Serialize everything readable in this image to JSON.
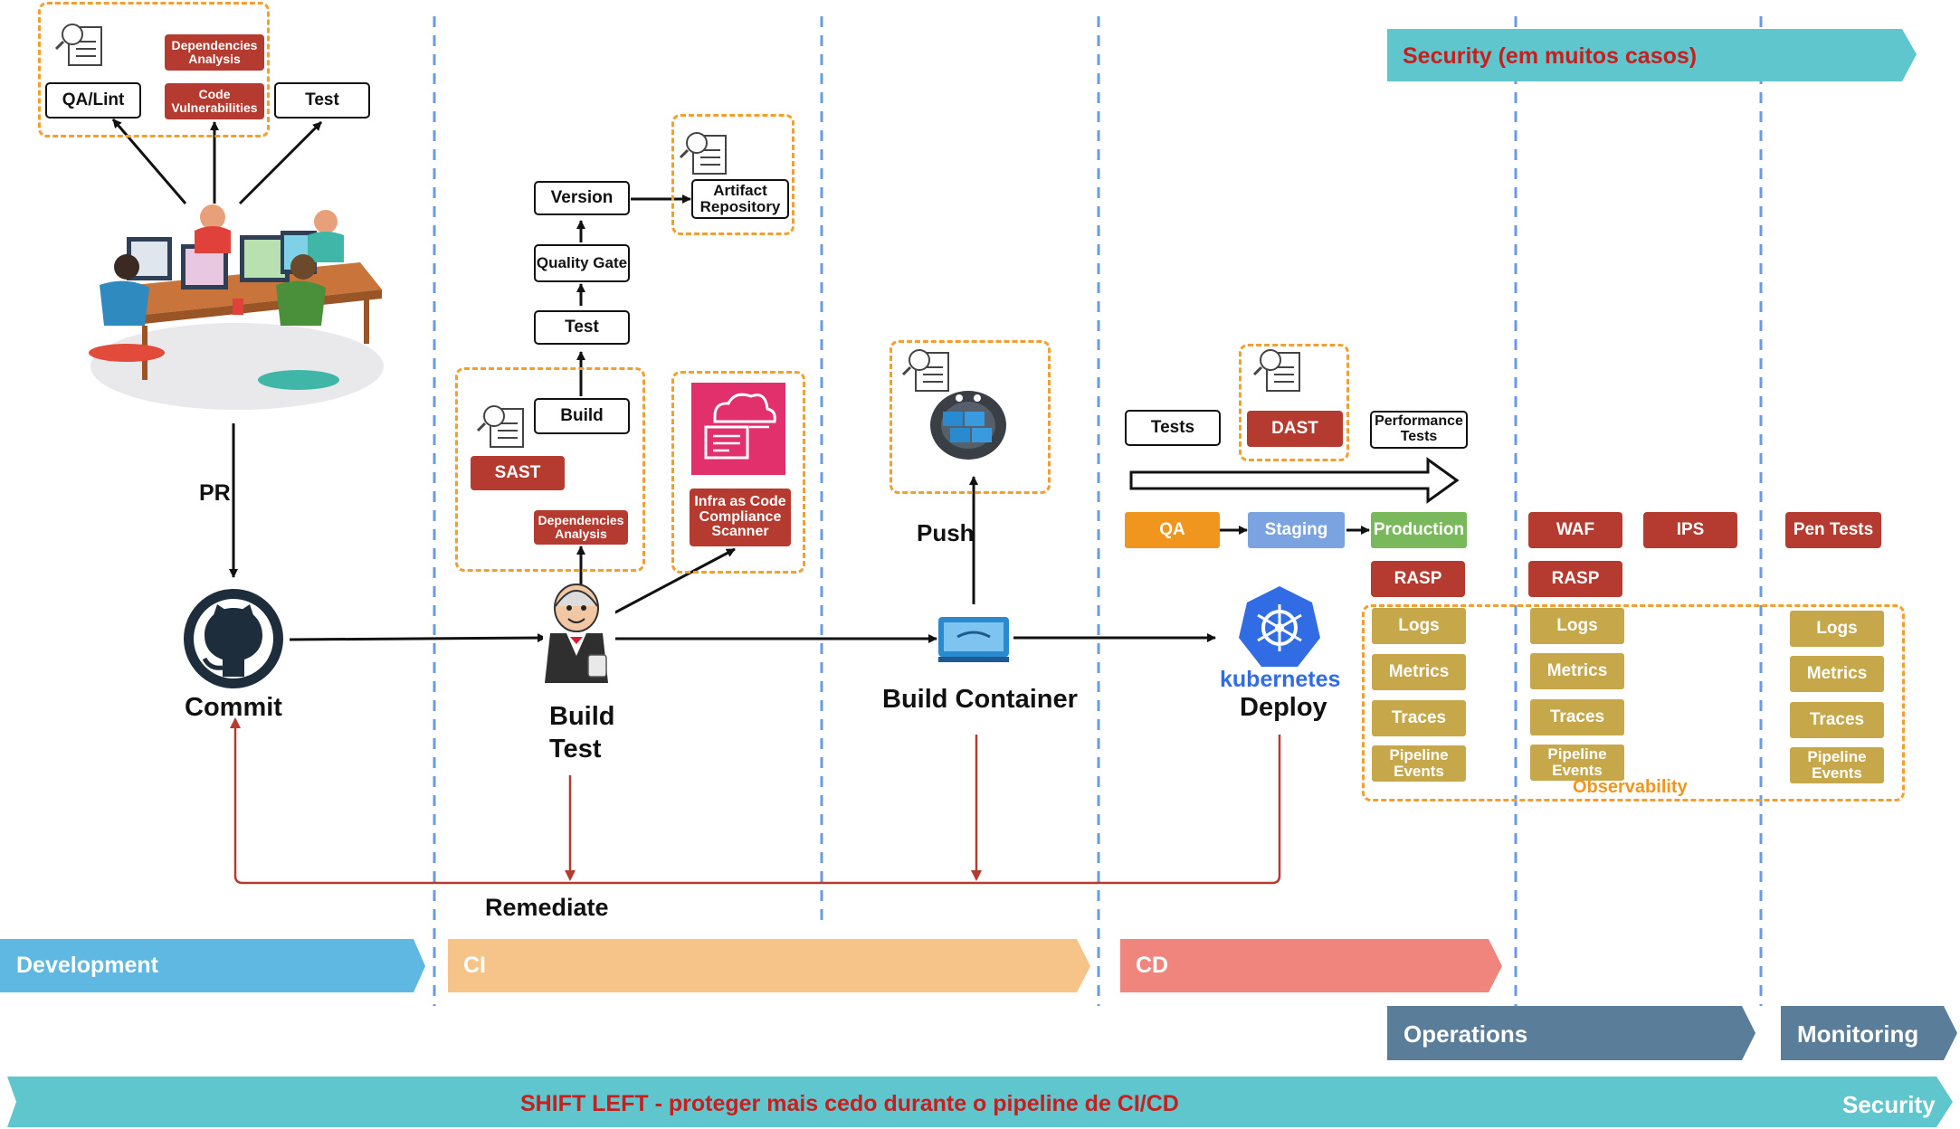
{
  "dev": {
    "qa_lint": "QA/Lint",
    "dep_analysis": "Dependencies Analysis",
    "code_vuln": "Code Vulnerabilities",
    "test": "Test",
    "pr": "PR",
    "commit": "Commit"
  },
  "ci": {
    "version": "Version",
    "artifact_repo": "Artifact Repository",
    "quality_gate": "Quality Gate",
    "test": "Test",
    "build": "Build",
    "sast": "SAST",
    "dep_analysis": "Dependencies Analysis",
    "iac_scanner": "Infra as Code Compliance Scanner",
    "build_test_line1": "Build",
    "build_test_line2": "Test",
    "push": "Push",
    "build_container": "Build Container",
    "remediate": "Remediate"
  },
  "cd": {
    "tests": "Tests",
    "dast": "DAST",
    "perf_tests": "Performance Tests",
    "qa": "QA",
    "staging": "Staging",
    "production": "Production",
    "rasp": "RASP",
    "kubernetes": "kubernetes",
    "deploy": "Deploy"
  },
  "ops": {
    "waf": "WAF",
    "ips": "IPS",
    "rasp": "RASP",
    "pen_tests": "Pen Tests"
  },
  "observability": {
    "label": "Observability",
    "col1": [
      "Logs",
      "Metrics",
      "Traces",
      "Pipeline Events"
    ],
    "col2": [
      "Logs",
      "Metrics",
      "Traces",
      "Pipeline Events"
    ],
    "col3": [
      "Logs",
      "Metrics",
      "Traces",
      "Pipeline Events"
    ]
  },
  "bands": {
    "security_top": "Security (em muitos casos)",
    "development": "Development",
    "ci": "CI",
    "cd": "CD",
    "operations": "Operations",
    "monitoring": "Monitoring",
    "shift_left": "SHIFT LEFT - proteger mais cedo durante o pipeline de CI/CD",
    "security_bottom": "Security"
  },
  "colors": {
    "red": "#b53a2f",
    "gold": "#c6a84b",
    "orange_dash": "#f0a030",
    "blue_sep": "#6a9be0",
    "teal": "#5ec6cc",
    "dev_blue": "#5fb8e2",
    "ci_orange": "#f6c389",
    "cd_salmon": "#f0857e",
    "ops_slate": "#5a7d99",
    "qa_orange": "#f0961e",
    "staging_blue": "#7aa3e0",
    "prod_green": "#7ab85c"
  }
}
